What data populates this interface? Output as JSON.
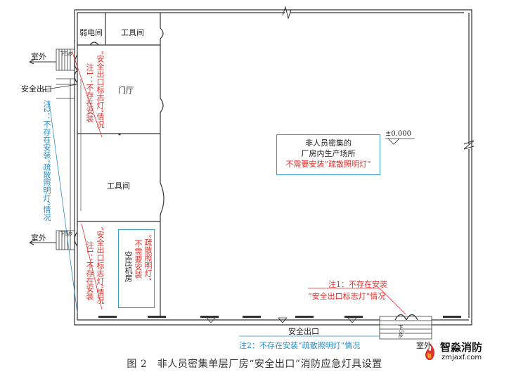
{
  "rooms": {
    "weak_current": "弱电间",
    "tool_room_top": "工具间",
    "lobby": "门厅",
    "tool_room_mid": "工具间",
    "compressor": [
      "空压机房",
      "不需要安装",
      "“疏散照明灯”"
    ]
  },
  "production": {
    "lines": [
      "非人员密集的",
      "厂房内生产场所",
      "不需要安装“疏散照明灯”"
    ]
  },
  "level_mark": "±0.000",
  "outdoor": {
    "top": "室外",
    "left": "室外",
    "bottom": "室外"
  },
  "exits": {
    "left": "安全出口",
    "bottom": "安全出口"
  },
  "stairs": {
    "top": "下5步",
    "left": "下5步",
    "bottom": "下5步"
  },
  "notes": {
    "left_red_top": [
      "注1：不存在安装",
      "“安全出口标志灯”情况"
    ],
    "left_red_bottom": [
      "注1：不存在安装",
      "“安全出口标志灯”情况"
    ],
    "left_blue": "注2：不存在安装“疏散照明灯”情况",
    "bottom_red": [
      "注1：不存在安装",
      "“安全出口标志灯”情况"
    ],
    "bottom_blue": "注2：不存在安装“疏散照明灯”情况"
  },
  "caption": "图 2　非人员密集单层厂房“安全出口”消防应急灯具设置",
  "watermark": {
    "name": "智淼消防",
    "url": "zmjaxf.com"
  },
  "colors": {
    "red": "#e0322d",
    "blue": "#2a8cc6",
    "wall": "#333333"
  }
}
